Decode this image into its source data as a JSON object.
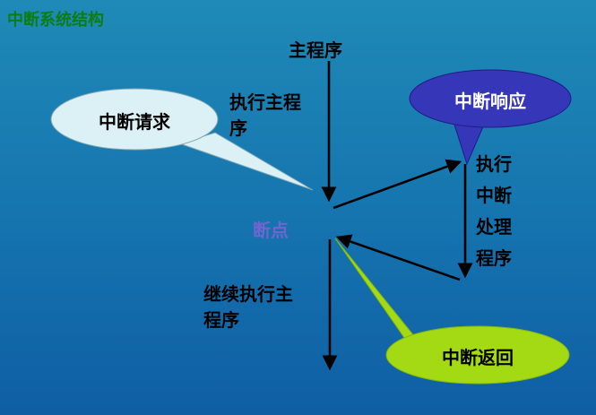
{
  "slide": {
    "title": "中断系统结构",
    "nodes": {
      "main_program": "主程序",
      "execute_main": "执行主程\n序",
      "breakpoint": "断点",
      "execute_interrupt": "执行\n中断\n处理\n程序",
      "continue_main": "继续执行主\n程序"
    },
    "bubbles": {
      "request": "中断请求",
      "response": "中断响应",
      "return": "中断返回"
    }
  },
  "colors": {
    "bg_top": "#1f8ab7",
    "bg_mid": "#1573ae",
    "bg_bottom": "#0f5ea4",
    "title_green": "#0c7d12",
    "breakpoint_purple": "#7265cf",
    "bubble_request_fill": "#dcf1f5",
    "bubble_response_fill": "#3636b8",
    "bubble_return_fill": "#a4da14",
    "arrow_black": "#000000"
  }
}
